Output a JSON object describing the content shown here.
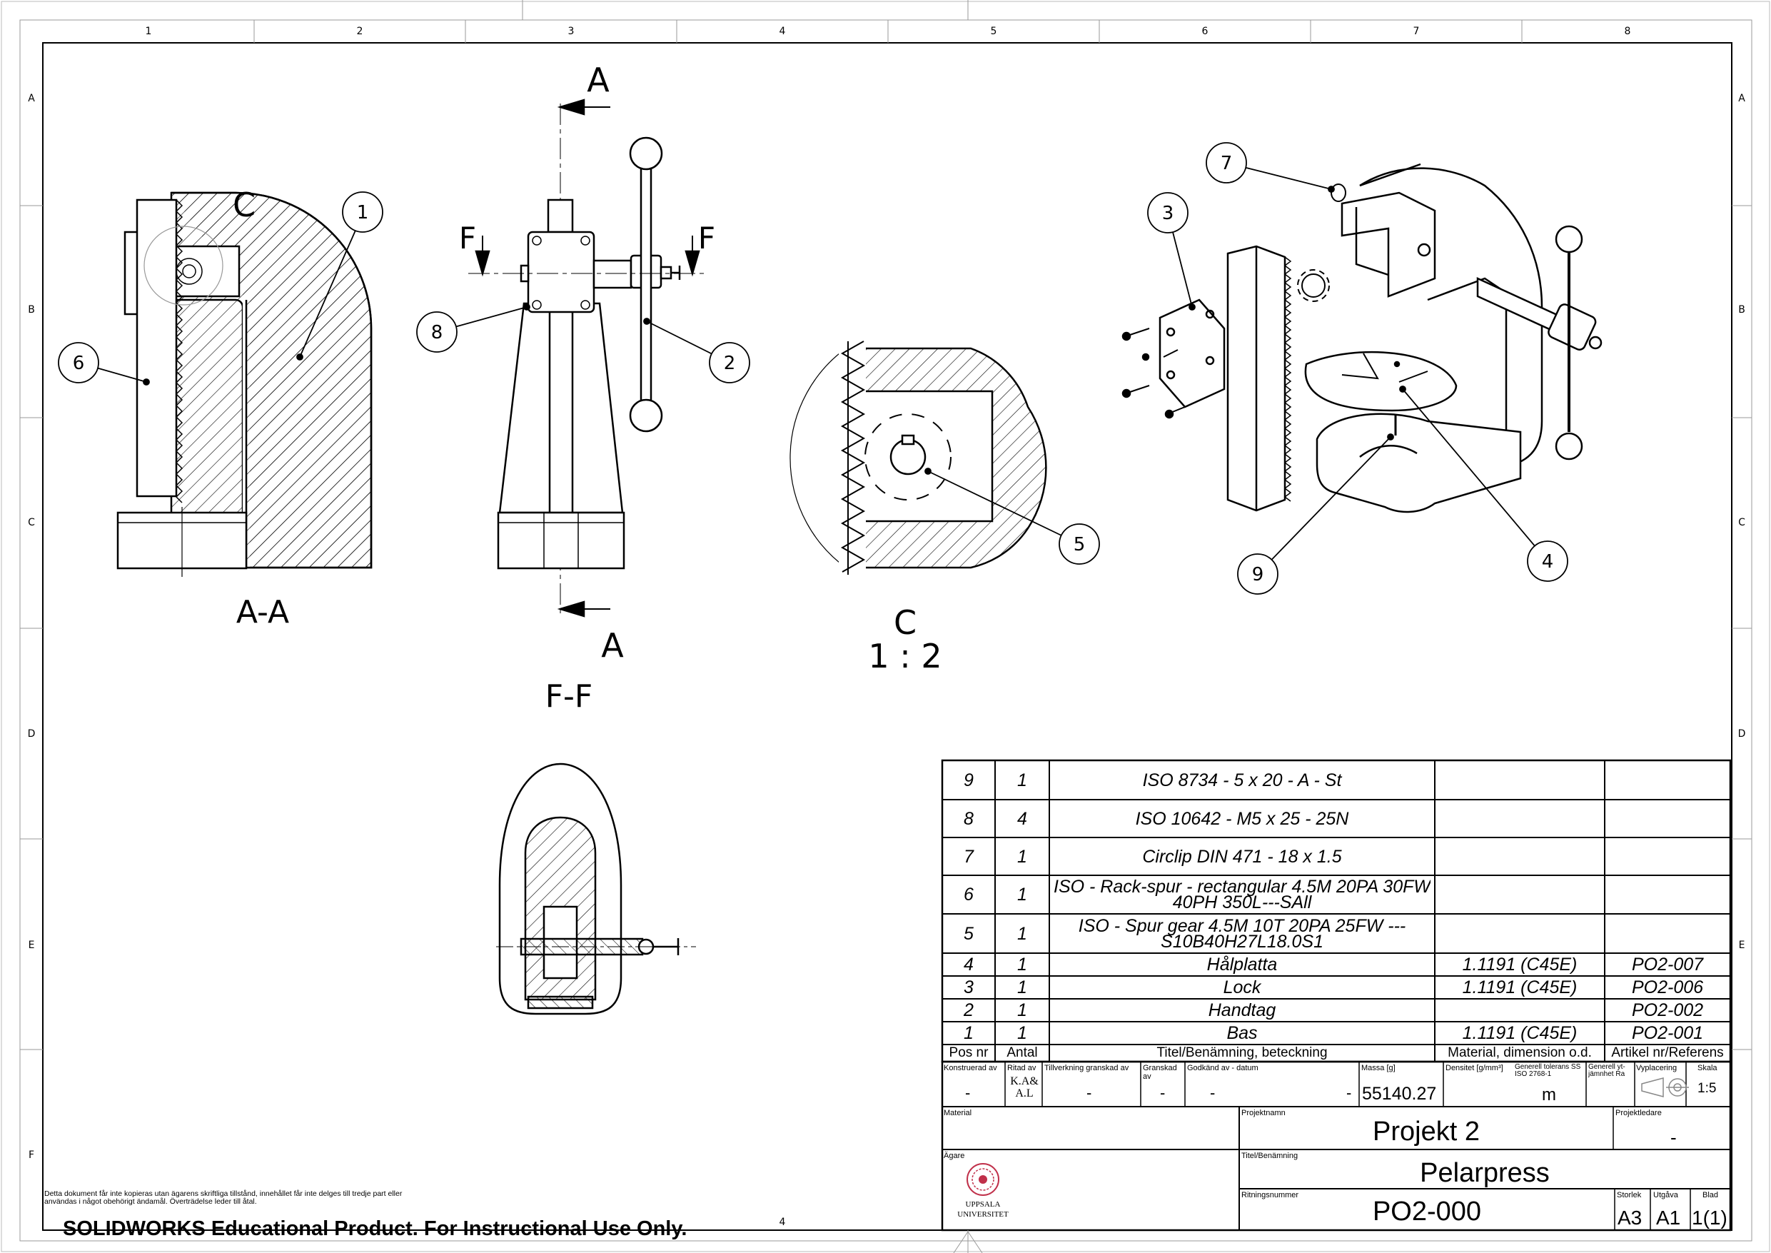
{
  "border": {
    "columns": [
      "1",
      "2",
      "3",
      "4",
      "5",
      "6",
      "7",
      "8"
    ],
    "rows": [
      "A",
      "B",
      "C",
      "D",
      "E",
      "F"
    ],
    "bottom_column_label": "4"
  },
  "views": {
    "section_aa": "A-A",
    "section_ff": "F-F",
    "detail_c": "C",
    "detail_c_scale": "1 : 2",
    "detail_marker": "C",
    "cut_a_top": "A",
    "cut_a_bottom": "A",
    "cut_f_left": "F",
    "cut_f_right": "F"
  },
  "balloons": [
    "1",
    "2",
    "3",
    "4",
    "5",
    "6",
    "7",
    "8",
    "9"
  ],
  "bom": {
    "rows": [
      {
        "pos": "9",
        "qty": "1",
        "title": "ISO 8734 - 5 x 20 - A - St",
        "material": "",
        "ref": ""
      },
      {
        "pos": "8",
        "qty": "4",
        "title": "ISO 10642 - M5 x 25 - 25N",
        "material": "",
        "ref": ""
      },
      {
        "pos": "7",
        "qty": "1",
        "title": "Circlip DIN 471 - 18 x 1.5",
        "material": "",
        "ref": ""
      },
      {
        "pos": "6",
        "qty": "1",
        "title": "ISO - Rack-spur - rectangular 4.5M 20PA 30FW 40PH 350L---SAll",
        "material": "",
        "ref": ""
      },
      {
        "pos": "5",
        "qty": "1",
        "title": "ISO - Spur gear 4.5M 10T 20PA 25FW ---S10B40H27L18.0S1",
        "material": "",
        "ref": ""
      },
      {
        "pos": "4",
        "qty": "1",
        "title": "Hålplatta",
        "material": "1.1191 (C45E)",
        "ref": "PO2-007"
      },
      {
        "pos": "3",
        "qty": "1",
        "title": "Lock",
        "material": "1.1191 (C45E)",
        "ref": "PO2-006"
      },
      {
        "pos": "2",
        "qty": "1",
        "title": "Handtag",
        "material": "",
        "ref": "PO2-002"
      },
      {
        "pos": "1",
        "qty": "1",
        "title": "Bas",
        "material": "1.1191 (C45E)",
        "ref": "PO2-001"
      }
    ],
    "headers": {
      "pos": "Pos nr",
      "qty": "Antal",
      "title": "Titel/Benämning, beteckning",
      "material": "Material, dimension o.d.",
      "ref": "Artikel nr/Referens"
    }
  },
  "title_block": {
    "labels": {
      "konstruerad": "Konstruerad av",
      "ritad": "Ritad av",
      "tillverkning": "Tillverkning granskad av",
      "granskad": "Granskad av",
      "godkand": "Godkänd av  - datum",
      "massa": "Massa [g]",
      "densitet": "Densitet [g/mm³]",
      "tolerans": "Generell tolerans SS ISO 2768-1",
      "ytjamnhet": "Generell yt-jämnhet Ra",
      "vyplacering": "Vyplacering",
      "skala": "Skala",
      "material": "Material",
      "projektnamn": "Projektnamn",
      "projektledare": "Projektledare",
      "agare": "Ägare",
      "titel": "Titel/Benämning",
      "ritningsnummer": "Ritningsnummer",
      "storlek": "Storlek",
      "utgava": "Utgåva",
      "blad": "Blad"
    },
    "values": {
      "konstruerad": "-",
      "ritad": "K.A& A.L",
      "tillverkning": "-",
      "granskad": "-",
      "godkand": "-",
      "godkand_datum": "-",
      "massa": "55140.27",
      "tolerans": "m",
      "skala": "1:5",
      "projektnamn": "Projekt 2",
      "projektledare": "-",
      "titel": "Pelarpress",
      "ritningsnummer": "PO2-000",
      "storlek": "A3",
      "utgava": "A1",
      "blad": "1(1)",
      "owner_name_1": "UPPSALA",
      "owner_name_2": "UNIVERSITET"
    }
  },
  "disclaimer": "Detta dokument får inte kopieras utan ägarens skriftliga tillstånd, innehållet får inte delges till tredje part eller användas i något obehörigt ändamål. Överträdelse leder till åtal.",
  "watermark": "SOLIDWORKS Educational Product. For Instructional Use Only."
}
